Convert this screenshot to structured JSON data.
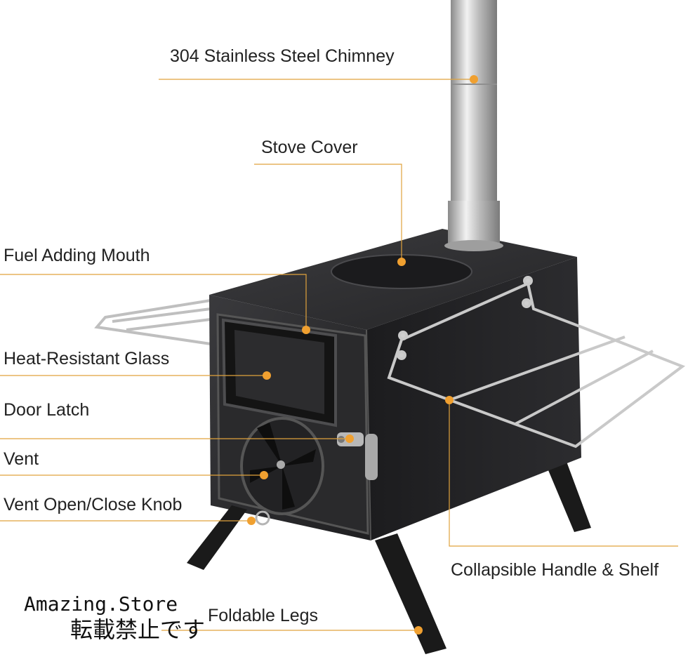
{
  "labels": {
    "chimney": "304 Stainless Steel Chimney",
    "stove_cover": "Stove Cover",
    "fuel_mouth": "Fuel Adding Mouth",
    "glass": "Heat-Resistant Glass",
    "door_latch": "Door Latch",
    "vent": "Vent",
    "vent_knob": "Vent Open/Close Knob",
    "handle_shelf": "Collapsible Handle & Shelf",
    "legs": "Foldable Legs"
  },
  "watermark": {
    "line1": "Amazing.Store",
    "line2": "転載禁止です"
  },
  "colors": {
    "leader": "#e0a23c",
    "dot": "#f0a030",
    "stove_body": "#2b2b2d",
    "stove_top": "#2e2e31",
    "steel": "#c9c9c9",
    "text": "#222222"
  }
}
